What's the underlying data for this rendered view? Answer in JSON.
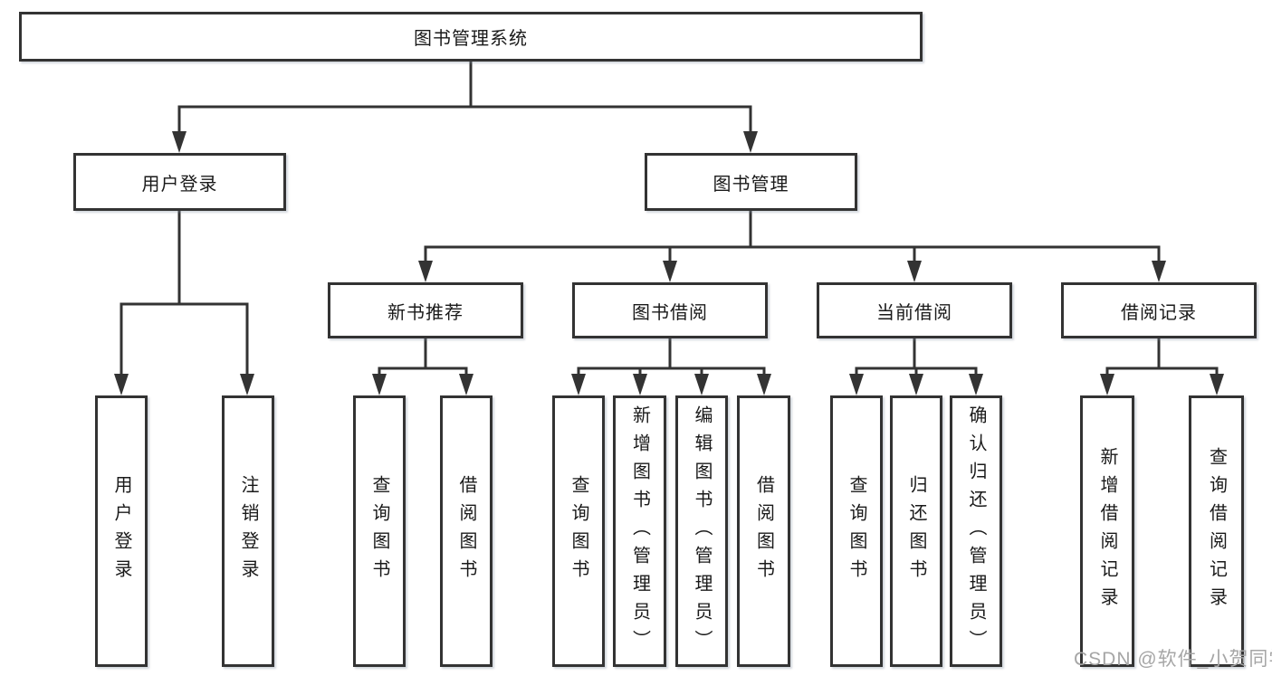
{
  "diagram_title": "图书管理系统",
  "nodes": {
    "root": "图书管理系统",
    "level1": [
      "用户登录",
      "图书管理"
    ],
    "level2": [
      "新书推荐",
      "图书借阅",
      "当前借阅",
      "借阅记录"
    ],
    "user_login_children": [
      "用户登录",
      "注销登录"
    ],
    "new_book_children": [
      "查询图书",
      "借阅图书"
    ],
    "book_borrow_children": [
      "查询图书",
      "新增图书（管理员）",
      "编辑图书（管理员）",
      "借阅图书"
    ],
    "current_borrow_children": [
      "查询图书",
      "归还图书",
      "确认归还（管理员）"
    ],
    "borrow_record_children": [
      "新增借阅记录",
      "查询借阅记录"
    ]
  },
  "watermark": "CSDN @软件_小贺同学",
  "colors": {
    "line": "#333333",
    "box_border": "#333333",
    "text": "#1a1a1a",
    "watermark": "#a6a6a6",
    "background": "#ffffff"
  }
}
